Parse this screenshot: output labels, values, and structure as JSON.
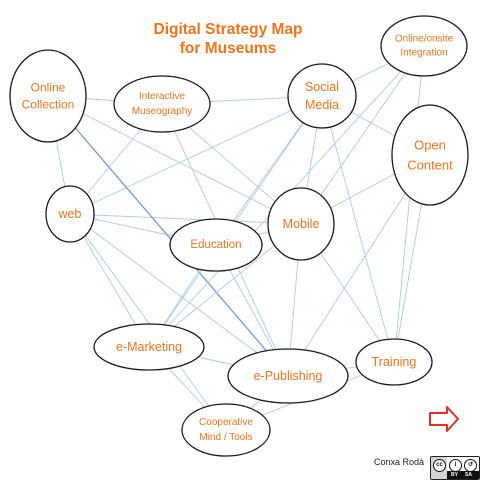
{
  "title": {
    "line1": "Digital Strategy Map",
    "line2": "for Museums"
  },
  "nodes": [
    {
      "id": "online-collection",
      "label": [
        "Online",
        "Collection"
      ]
    },
    {
      "id": "interactive-museography",
      "label": [
        "Interactive",
        "Museography"
      ]
    },
    {
      "id": "social-media",
      "label": [
        "Social",
        "Media"
      ]
    },
    {
      "id": "online-onsite-integration",
      "label": [
        "Online/onsite",
        "Integration"
      ]
    },
    {
      "id": "open-content",
      "label": [
        "Open",
        "Content"
      ]
    },
    {
      "id": "web",
      "label": [
        "web"
      ]
    },
    {
      "id": "mobile",
      "label": [
        "Mobile"
      ]
    },
    {
      "id": "education",
      "label": [
        "Education"
      ]
    },
    {
      "id": "e-marketing",
      "label": [
        "e-Marketing"
      ]
    },
    {
      "id": "e-publishing",
      "label": [
        "e-Publishing"
      ]
    },
    {
      "id": "training",
      "label": [
        "Training"
      ]
    },
    {
      "id": "cooperative-mind-tools",
      "label": [
        "Cooperative",
        "Mind / Tools"
      ]
    }
  ],
  "edges": [
    [
      "web",
      "online-collection"
    ],
    [
      "web",
      "interactive-museography"
    ],
    [
      "web",
      "social-media"
    ],
    [
      "web",
      "mobile"
    ],
    [
      "web",
      "education"
    ],
    [
      "web",
      "e-marketing"
    ],
    [
      "web",
      "e-publishing"
    ],
    [
      "web",
      "cooperative-mind-tools"
    ],
    [
      "online-collection",
      "e-publishing"
    ],
    [
      "online-collection",
      "interactive-museography"
    ],
    [
      "online-collection",
      "mobile"
    ],
    [
      "interactive-museography",
      "social-media"
    ],
    [
      "interactive-museography",
      "mobile"
    ],
    [
      "interactive-museography",
      "e-publishing"
    ],
    [
      "social-media",
      "online-onsite-integration"
    ],
    [
      "social-media",
      "mobile"
    ],
    [
      "social-media",
      "training"
    ],
    [
      "social-media",
      "e-marketing"
    ],
    [
      "social-media",
      "education"
    ],
    [
      "online-onsite-integration",
      "mobile"
    ],
    [
      "online-onsite-integration",
      "e-marketing"
    ],
    [
      "online-onsite-integration",
      "training"
    ],
    [
      "open-content",
      "mobile"
    ],
    [
      "open-content",
      "training"
    ],
    [
      "open-content",
      "social-media"
    ],
    [
      "open-content",
      "e-publishing"
    ],
    [
      "mobile",
      "education"
    ],
    [
      "mobile",
      "e-marketing"
    ],
    [
      "mobile",
      "e-publishing"
    ],
    [
      "mobile",
      "training"
    ],
    [
      "education",
      "e-marketing"
    ],
    [
      "education",
      "e-publishing"
    ],
    [
      "e-marketing",
      "e-publishing"
    ],
    [
      "e-marketing",
      "cooperative-mind-tools"
    ],
    [
      "e-publishing",
      "training"
    ],
    [
      "e-publishing",
      "cooperative-mind-tools"
    ],
    [
      "cooperative-mind-tools",
      "training"
    ]
  ],
  "highlight_edges": [
    [
      "online-collection",
      "e-publishing"
    ]
  ],
  "author": "Conxa Rodà",
  "colors": {
    "accent": "#f0741e",
    "edge": "#a9cde6",
    "edge_strong": "#6f9ed2",
    "arrow": "#e0321c"
  },
  "icons": {
    "next": "next-arrow-icon",
    "license": "cc-by-sa-badge"
  }
}
